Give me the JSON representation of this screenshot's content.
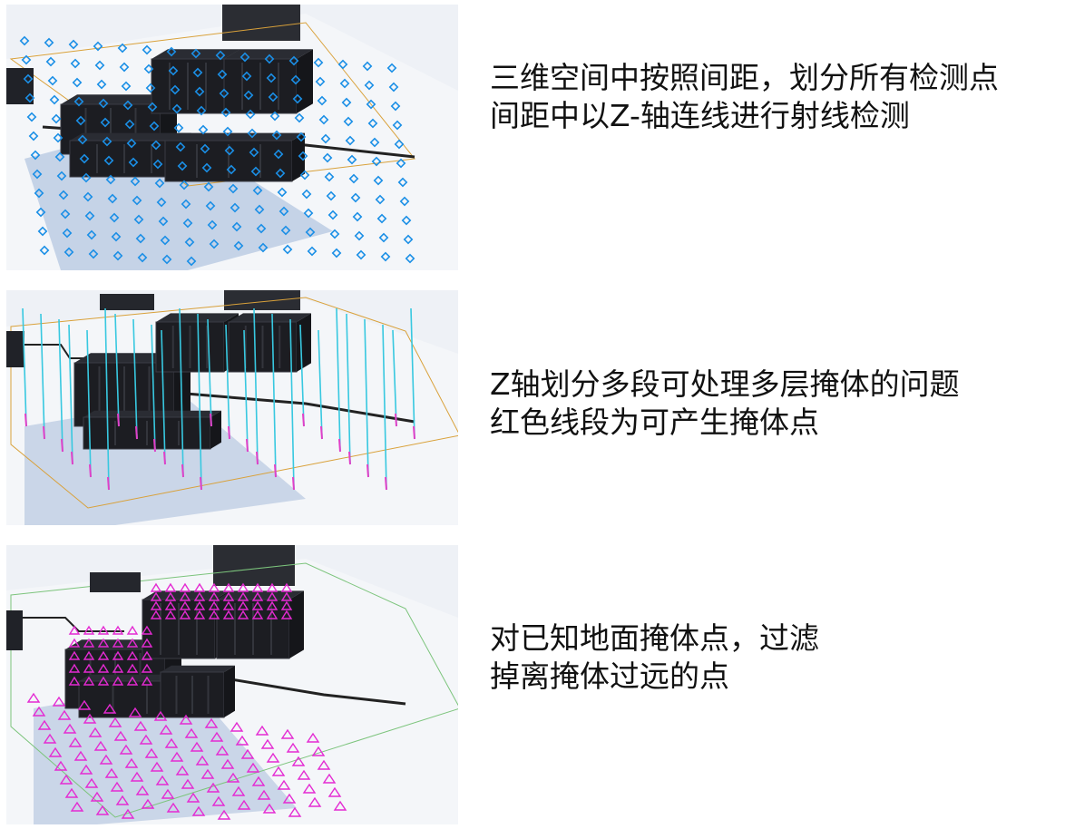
{
  "captions": [
    {
      "line1": "三维空间中按照间距，划分所有检测点",
      "line2": "间距中以Z-轴连线进行射线检测"
    },
    {
      "line1": "Z轴划分多段可处理多层掩体的问题",
      "line2": "红色线段为可产生掩体点"
    },
    {
      "line1": "对已知地面掩体点，过滤",
      "line2": "掉离掩体过远的点"
    }
  ],
  "colors": {
    "sky": "#eef1f6",
    "floor": "#f4f6f9",
    "shadow": "#9fb6d8",
    "crate": "#1c1d22",
    "crate_edge": "#3a3c44",
    "detect_point": "#1b8fe6",
    "ray_line": "#38c8e0",
    "ray_tip": "#e040c8",
    "cover_point": "#e42ad2",
    "bounds_line": "#222222",
    "bounds_orange": "#d9a13a",
    "bounds_green": "#7cc47c"
  }
}
